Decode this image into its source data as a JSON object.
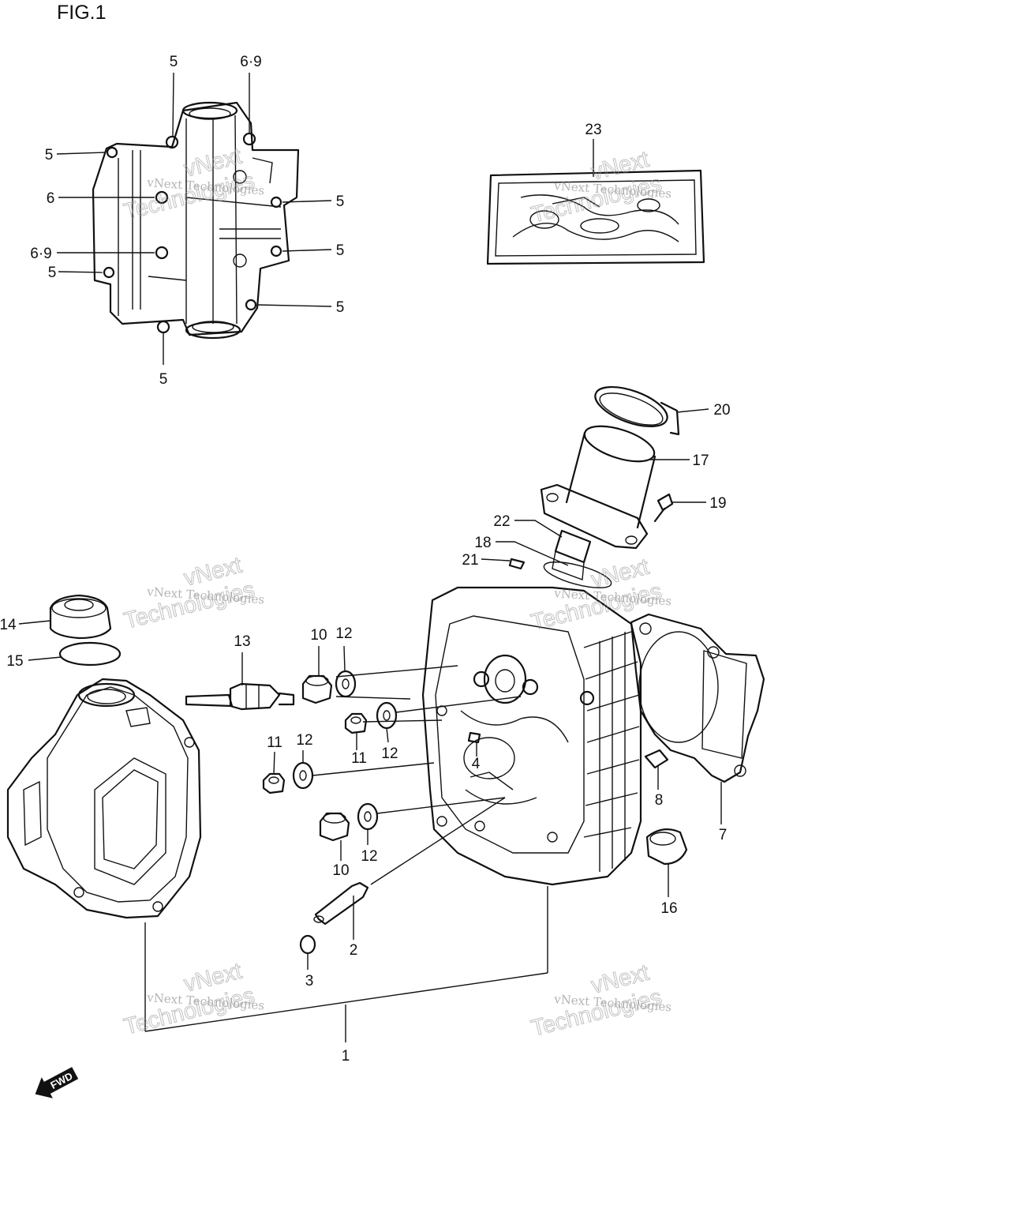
{
  "figure": {
    "title": "FIG.1"
  },
  "watermark": {
    "line1": "vNext Technologies",
    "line2": "vNext",
    "line3": "Technologies"
  },
  "fwd_badge": "FWD",
  "callouts": {
    "c5a": "5",
    "c69a": "6·9",
    "c5b": "5",
    "c6": "6",
    "c5c": "5",
    "c69b": "6·9",
    "c5d": "5",
    "c5e": "5",
    "c5f": "5",
    "c5g": "5",
    "c23": "23",
    "c20": "20",
    "c17": "17",
    "c19": "19",
    "c22": "22",
    "c18": "18",
    "c21": "21",
    "c14": "14",
    "c15": "15",
    "c13": "13",
    "c10a": "10",
    "c12a": "12",
    "c11a": "11",
    "c12b": "12",
    "c11b": "11",
    "c12c": "12",
    "c4": "4",
    "c8": "8",
    "c7": "7",
    "c10b": "10",
    "c12d": "12",
    "c16": "16",
    "c2": "2",
    "c3": "3",
    "c1": "1"
  }
}
